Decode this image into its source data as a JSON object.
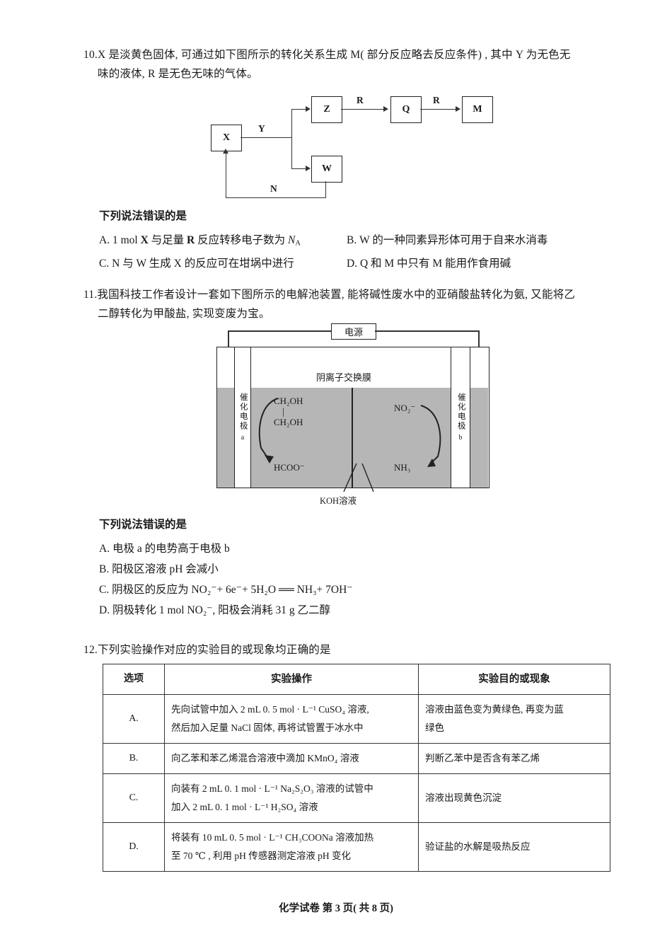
{
  "document": {
    "footer": "化学试卷    第 3 页( 共 8 页)"
  },
  "q10": {
    "number": "10.",
    "line1": "X 是淡黄色固体, 可通过如下图所示的转化关系生成 M( 部分反应略去反应条件) , 其中 Y 为无色无",
    "line2": "味的液体, R 是无色无味的气体。",
    "prompt": "下列说法错误的是",
    "diagram": {
      "boxes": {
        "x": "X",
        "z": "Z",
        "w": "W",
        "q": "Q",
        "m": "M"
      },
      "labels": {
        "y": "Y",
        "n": "N",
        "r1": "R",
        "r2": "R"
      }
    },
    "options": [
      {
        "key": "A.",
        "text_pre": "1 mol ",
        "bold1": "X",
        "mid": " 与足量 ",
        "bold2": "R",
        "post": " 反应转移电子数为 ",
        "italic": "N",
        "sub": "A"
      },
      {
        "key": "B.",
        "full": "W 的一种同素异形体可用于自来水消毒"
      },
      {
        "key": "C.",
        "full": "N 与 W 生成 X 的反应可在坩埚中进行"
      },
      {
        "key": "D.",
        "full": "Q 和 M 中只有 M 能用作食用碱"
      }
    ]
  },
  "q11": {
    "number": "11.",
    "line1": "我国科技工作者设计一套如下图所示的电解池装置, 能将碱性废水中的亚硝酸盐转化为氨, 又能将乙",
    "line2": "二醇转化为甲酸盐, 实现变废为宝。",
    "prompt": "下列说法错误的是",
    "diagram": {
      "power_label": "电源",
      "membrane_label": "阴离子交换膜",
      "electrode_a_label": "催化电极",
      "electrode_a_id": "a",
      "electrode_b_label": "催化电极",
      "electrode_b_id": "b",
      "koh_label": "KOH溶液",
      "species_left_top1": "CH₂OH",
      "species_left_top2": "CH₂OH",
      "species_left_bottom": "HCOO⁻",
      "species_right_top": "NO₂⁻",
      "species_right_bottom": "NH₃"
    },
    "options": [
      {
        "key": "A.",
        "text": "电极 a 的电势高于电极 b"
      },
      {
        "key": "B.",
        "text": "阳极区溶液 pH 会减小"
      },
      {
        "key": "C.",
        "text": "阴极区的反应为 NO₂⁻+ 6e⁻+ 5H₂O ══ NH₃+ 7OH⁻"
      },
      {
        "key": "D.",
        "text": "阴极转化 1 mol NO₂⁻, 阳极会消耗 31 g 乙二醇"
      }
    ]
  },
  "q12": {
    "number": "12.",
    "line1": "下列实验操作对应的实验目的或现象均正确的是",
    "table": {
      "headers": [
        "选项",
        "实验操作",
        "实验目的或现象"
      ],
      "rows": [
        {
          "option": "A.",
          "operation_lines": [
            "先向试管中加入 2 mL 0. 5 mol · L⁻¹ CuSO₄ 溶液,",
            "然后加入足量 NaCl 固体, 再将试管置于冰水中"
          ],
          "result_lines": [
            "溶液由蓝色变为黄绿色, 再变为蓝",
            "绿色"
          ]
        },
        {
          "option": "B.",
          "operation_lines": [
            "向乙苯和苯乙烯混合溶液中滴加 KMnO₄ 溶液"
          ],
          "result_lines": [
            "判断乙苯中是否含有苯乙烯"
          ]
        },
        {
          "option": "C.",
          "operation_lines": [
            "向装有 2 mL 0. 1 mol · L⁻¹ Na₂S₂O₃ 溶液的试管中",
            "加入 2 mL 0. 1 mol · L⁻¹ H₂SO₄ 溶液"
          ],
          "result_lines": [
            "溶液出现黄色沉淀"
          ]
        },
        {
          "option": "D.",
          "operation_lines": [
            "将装有 10 mL 0. 5 mol · L⁻¹ CH₃COONa 溶液加热",
            "至 70 ℃ , 利用 pH 传感器测定溶液 pH 变化"
          ],
          "result_lines": [
            "验证盐的水解是吸热反应"
          ]
        }
      ]
    }
  }
}
